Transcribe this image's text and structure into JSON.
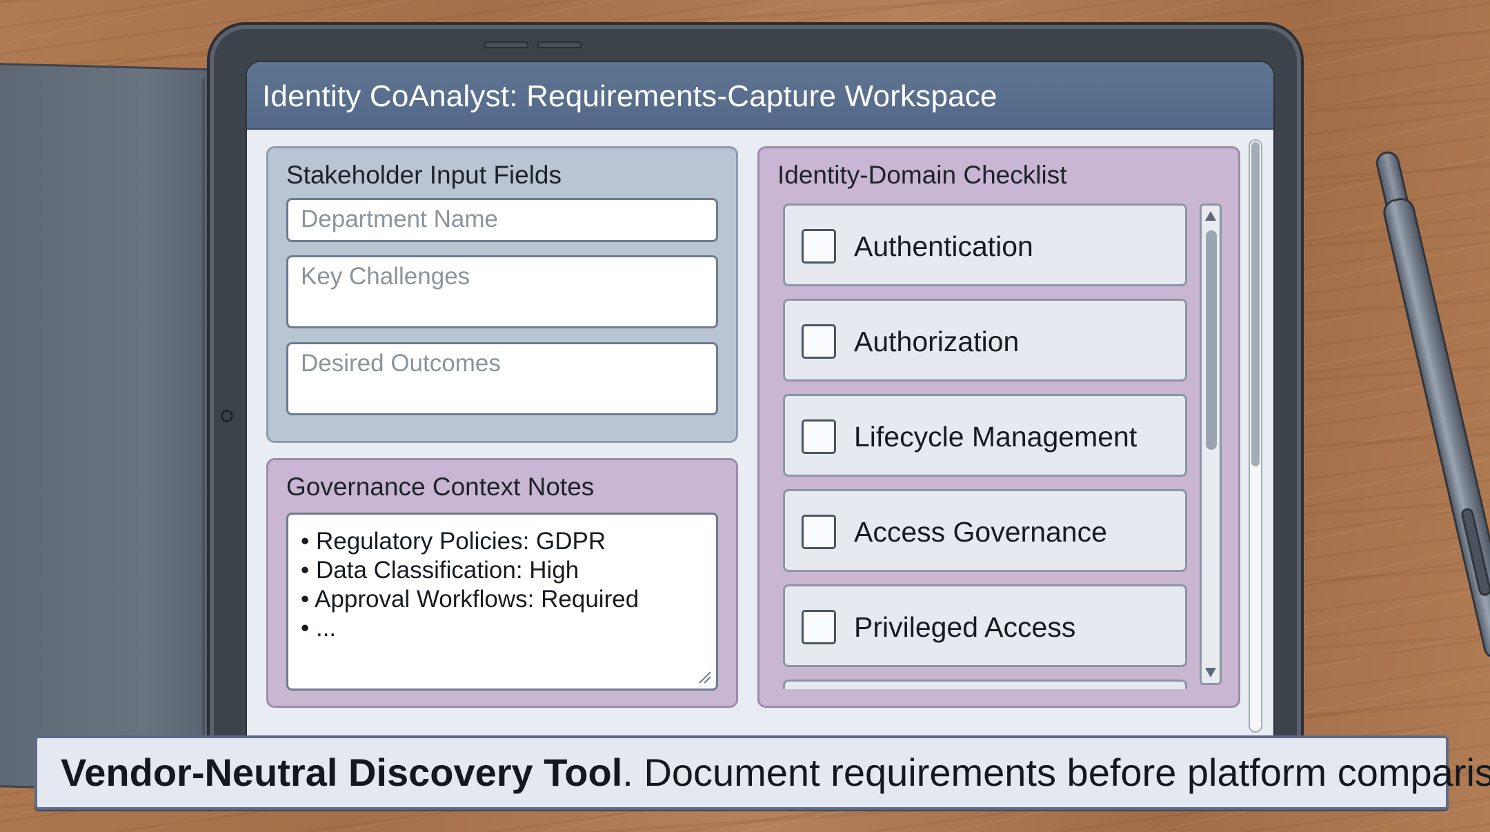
{
  "window": {
    "title": "Identity CoAnalyst: Requirements-Capture Workspace"
  },
  "stakeholder_panel": {
    "title": "Stakeholder Input Fields",
    "fields": [
      {
        "placeholder": "Department Name",
        "value": ""
      },
      {
        "placeholder": "Key Challenges",
        "value": ""
      },
      {
        "placeholder": "Desired Outcomes",
        "value": ""
      }
    ]
  },
  "governance_panel": {
    "title": "Governance Context Notes",
    "lines": [
      "• Regulatory Policies: GDPR",
      "• Data Classification: High",
      "• Approval Workflows: Required",
      "• ..."
    ]
  },
  "checklist_panel": {
    "title": "Identity-Domain Checklist",
    "items": [
      {
        "label": "Authentication",
        "checked": false
      },
      {
        "label": "Authorization",
        "checked": false
      },
      {
        "label": "Lifecycle Management",
        "checked": false
      },
      {
        "label": "Access Governance",
        "checked": false
      },
      {
        "label": "Privileged Access",
        "checked": false
      }
    ]
  },
  "caption": {
    "bold": "Vendor-Neutral Discovery Tool",
    "text": ". Document requirements before platform comparison."
  },
  "colors": {
    "title_bar": "#5e7590",
    "blue_panel": "#b9c5d3",
    "purple_panel": "#c9b6d3",
    "caption_bg": "#e4e9f1"
  },
  "icons": {
    "scroll_up": "arrow-up-icon",
    "scroll_down": "arrow-down-icon",
    "resize": "resize-grip-icon"
  }
}
